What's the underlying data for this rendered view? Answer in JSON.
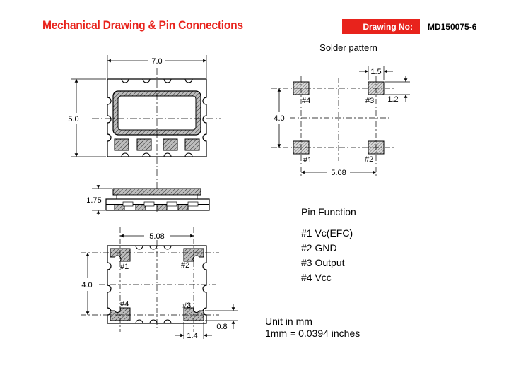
{
  "header": {
    "title": "Mechanical Drawing & Pin Connections",
    "drawing_no_label": "Drawing No:",
    "drawing_no_value": "MD150075-6"
  },
  "top_view": {
    "width_dim": "7.0",
    "height_dim": "5.0"
  },
  "side_view": {
    "height_dim": "1.75"
  },
  "bottom_view": {
    "pitch_dim": "5.08",
    "row_dim": "4.0",
    "pad_w_dim": "1.4",
    "pad_h_dim": "0.8",
    "pins": [
      "#1",
      "#2",
      "#3",
      "#4"
    ]
  },
  "solder_pattern": {
    "title": "Solder pattern",
    "pad_w_dim": "1.5",
    "pad_h_dim": "1.2",
    "row_dim": "4.0",
    "pitch_dim": "5.08",
    "pins": [
      "#1",
      "#2",
      "#3",
      "#4"
    ]
  },
  "pin_function": {
    "title": "Pin Function",
    "items": [
      "#1 Vc(EFC)",
      "#2 GND",
      "#3 Output",
      "#4 Vcc"
    ]
  },
  "units": {
    "line1": "Unit in mm",
    "line2": "1mm = 0.0394 inches"
  }
}
